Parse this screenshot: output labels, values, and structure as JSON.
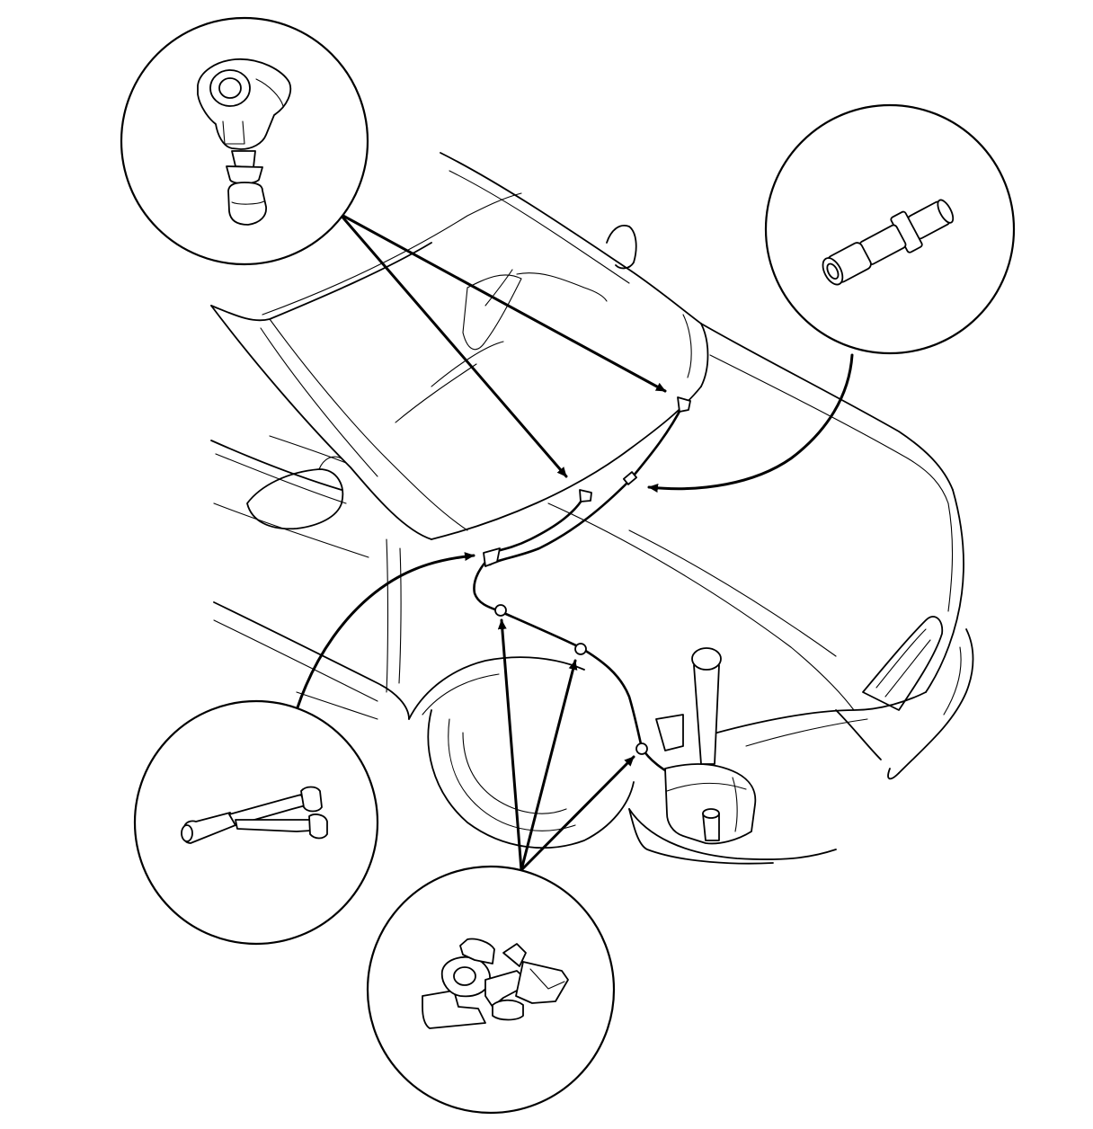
{
  "diagram": {
    "subject": "",
    "callouts": [
      {
        "name": "washer-nozzle",
        "icon": "washer-nozzle-icon"
      },
      {
        "name": "check-valve",
        "icon": "check-valve-icon"
      },
      {
        "name": "hose-joint",
        "icon": "y-joint-icon"
      },
      {
        "name": "hose-clip",
        "icon": "hose-clip-icon"
      }
    ],
    "colors": {
      "line": "#000000",
      "background": "#ffffff"
    }
  }
}
